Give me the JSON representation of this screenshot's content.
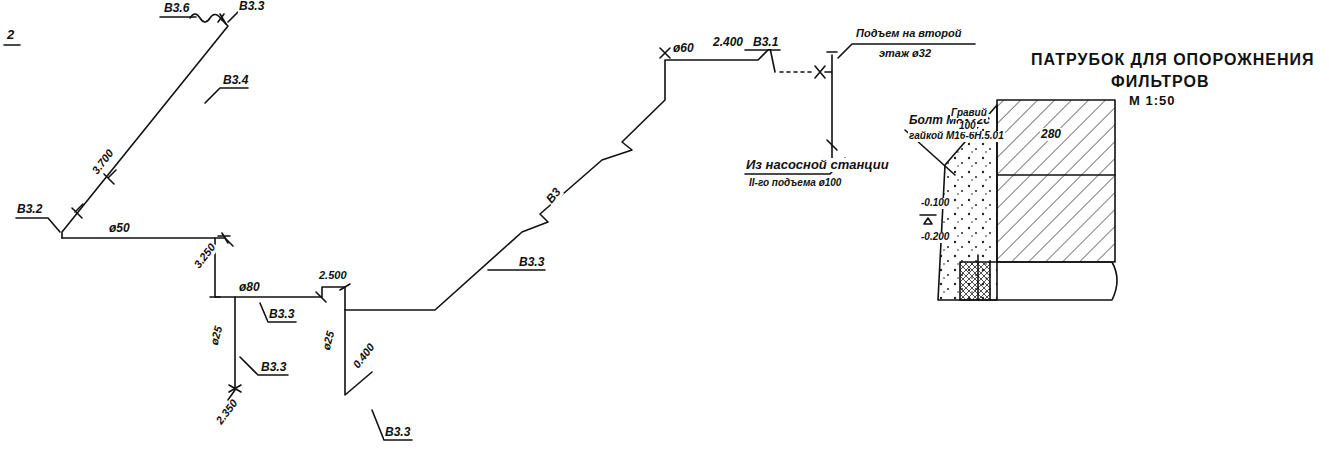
{
  "diagram": {
    "labels": [
      "2",
      "В3.6",
      "В3.3",
      "В3.4",
      "3.700",
      "В3.2",
      "ø50",
      "3.250",
      "ø80",
      "2.500",
      "В3.3",
      "ø25",
      "В3.3",
      "2.350",
      "ø25",
      "0.400",
      "В3.3",
      "В3.3",
      "В3",
      "ø60",
      "2.400",
      "В3.1",
      "Подъем на второй",
      "этаж ø32",
      "Из насосной станции",
      "II-го подъема ø100",
      "ПАТРУБОК ДЛЯ ОПОРОЖНЕНИЯ",
      "ФИЛЬТРОВ",
      "М 1:50",
      "Болт М8×22с",
      "гайкой М16-6Н.5.01",
      "Гравий",
      "100",
      "280",
      "-0.100",
      "-0.200"
    ]
  }
}
